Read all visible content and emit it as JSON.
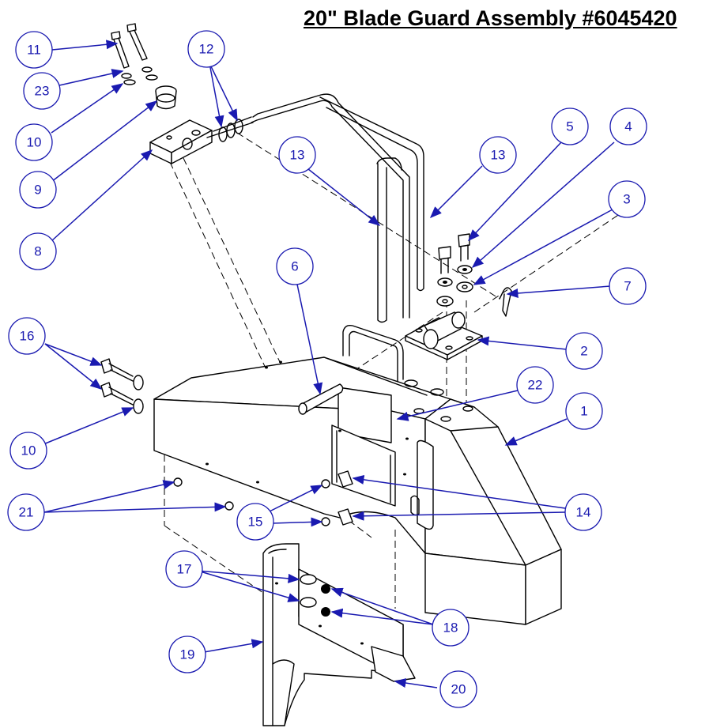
{
  "title": "20\" Blade Guard Assembly #6045420",
  "callouts": [
    {
      "label": "11"
    },
    {
      "label": "23"
    },
    {
      "label": "10"
    },
    {
      "label": "9"
    },
    {
      "label": "8"
    },
    {
      "label": "12"
    },
    {
      "label": "13"
    },
    {
      "label": "13"
    },
    {
      "label": "5"
    },
    {
      "label": "4"
    },
    {
      "label": "3"
    },
    {
      "label": "7"
    },
    {
      "label": "6"
    },
    {
      "label": "2"
    },
    {
      "label": "22"
    },
    {
      "label": "1"
    },
    {
      "label": "16"
    },
    {
      "label": "10"
    },
    {
      "label": "21"
    },
    {
      "label": "15"
    },
    {
      "label": "14"
    },
    {
      "label": "17"
    },
    {
      "label": "18"
    },
    {
      "label": "19"
    },
    {
      "label": "20"
    }
  ],
  "colors": {
    "callout": "#1a1ab0",
    "line": "#000000"
  }
}
